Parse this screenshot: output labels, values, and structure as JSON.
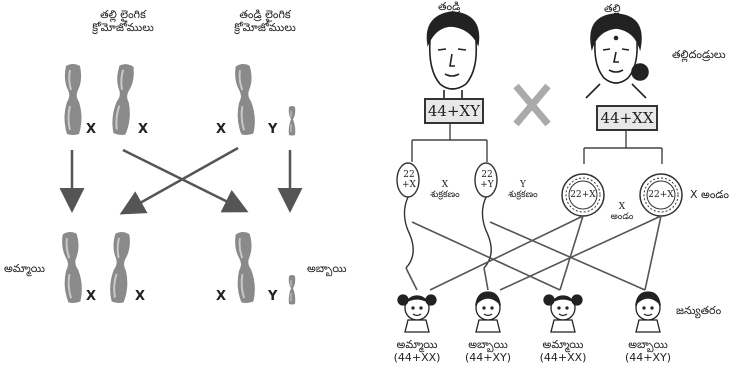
{
  "left_panel": {
    "mother_chromosomes_label": [
      "తల్లి లైంగిక",
      "క్రోమోజోములు"
    ],
    "father_chromosomes_label": [
      "తండ్రి లైంగిక",
      "క్రోమోజోములు"
    ],
    "mother_letters": [
      "X",
      "X"
    ],
    "father_letters": [
      "X",
      "Y"
    ],
    "daughter_label": "అమ్మాయి",
    "daughter_letters": [
      "X",
      "X"
    ],
    "son_label": "అబ్బాయి",
    "son_letters": [
      "X",
      "Y"
    ]
  },
  "right_panel": {
    "father_label": "తండ్రి",
    "mother_label": "తల్లి",
    "parents_label": "తల్లిదండ్రులు",
    "father_genotype": "44+XY",
    "mother_genotype": "44+XX",
    "cross_symbol": "X",
    "sperm": [
      {
        "content": [
          "22",
          "+X"
        ],
        "label": [
          "X",
          "శుక్రకణం"
        ]
      },
      {
        "content": [
          "22",
          "+Y"
        ],
        "label": [
          "Y",
          "శుక్రకణం"
        ]
      }
    ],
    "eggs": [
      {
        "content": "22+X"
      },
      {
        "content": "22+X"
      }
    ],
    "egg_middle_label": [
      "X",
      "అండం"
    ],
    "egg_side_label": "X అండం",
    "offspring_label": "జన్యుతరం",
    "children": [
      {
        "label": "అమ్మాయి",
        "genotype": "(44+XX)",
        "kind": "girl"
      },
      {
        "label": "అబ్బాయి",
        "genotype": "(44+XY)",
        "kind": "boy"
      },
      {
        "label": "అమ్మాయి",
        "genotype": "(44+XX)",
        "kind": "girl"
      },
      {
        "label": "అబ్బాయి",
        "genotype": "(44+XY)",
        "kind": "boy"
      }
    ]
  }
}
